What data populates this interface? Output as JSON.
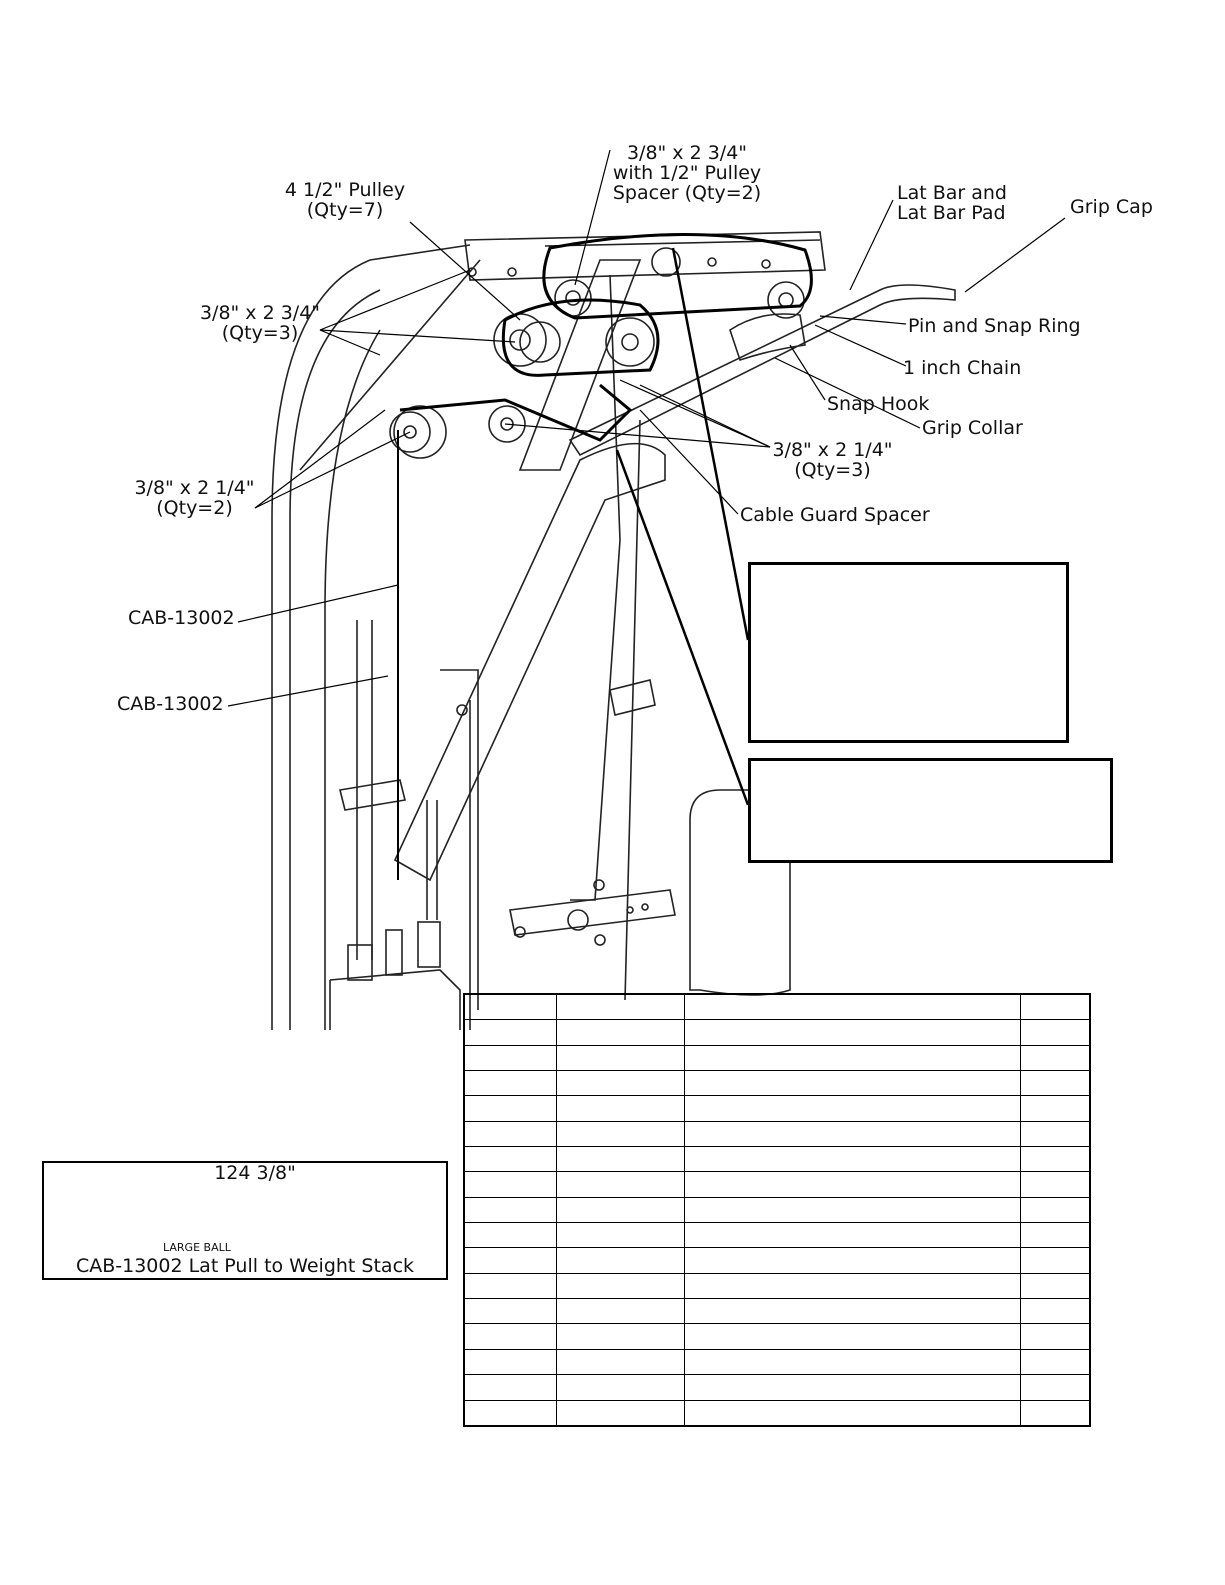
{
  "callouts": {
    "pulley_4_5": [
      "4 1/2\" Pulley",
      "(Qty=7)"
    ],
    "bolt_top": [
      "3/8\" x 2 3/4\"",
      "with 1/2\" Pulley",
      "Spacer (Qty=2)"
    ],
    "lat_bar": [
      "Lat Bar and",
      "Lat Bar Pad"
    ],
    "grip_cap": "Grip Cap",
    "bolt_left_qty3": [
      "3/8\" x 2 3/4\"",
      "(Qty=3)"
    ],
    "pin_snap_ring": "Pin and Snap Ring",
    "chain": "1 inch Chain",
    "snap_hook": "Snap Hook",
    "grip_collar": "Grip Collar",
    "bolt_right_qty3": [
      "3/8\" x 2 1/4\"",
      "(Qty=3)"
    ],
    "bolt_left_qty2": [
      "3/8\" x 2 1/4\"",
      "(Qty=2)"
    ],
    "cable_guard_spacer": "Cable Guard Spacer",
    "cable_upper": "CAB-13002",
    "cable_lower": "CAB-13002"
  },
  "inset": {
    "length": "124 3/8\"",
    "ball_label": "LARGE BALL",
    "caption": "CAB-13002 Lat Pull to Weight Stack"
  },
  "parts_table": {
    "row_count": 17,
    "column_count": 4
  }
}
